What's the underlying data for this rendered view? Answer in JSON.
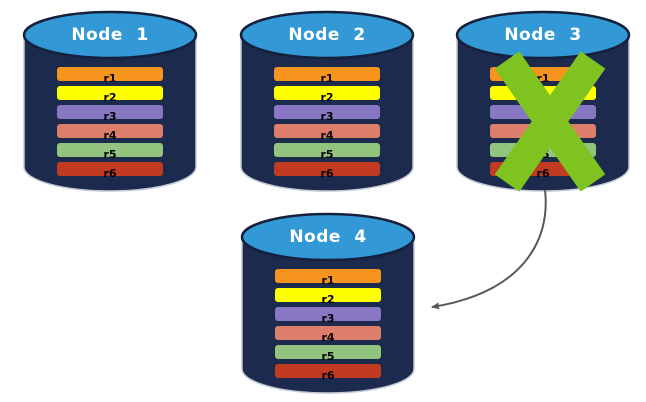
{
  "diagram": {
    "colors": {
      "background": "#FFFFFF",
      "cylinder_body": "#1C2B4D",
      "cylinder_top": "#3399D6",
      "cylinder_top_stroke": "#14213D",
      "cylinder_outline": "#C3CAD4",
      "failure_x": "#7EC320",
      "arrow": "#595959",
      "title_text": "#FFFFFF",
      "row_text": "#000000"
    },
    "nodes": [
      {
        "title": "Node 1",
        "crossed_out": false,
        "rows": [
          {
            "label": "r1",
            "color": "#F7941E"
          },
          {
            "label": "r2",
            "color": "#FFFF00"
          },
          {
            "label": "r3",
            "color": "#8878C3"
          },
          {
            "label": "r4",
            "color": "#DD7E6B"
          },
          {
            "label": "r5",
            "color": "#93C47D"
          },
          {
            "label": "r6",
            "color": "#C13A21"
          }
        ]
      },
      {
        "title": "Node 2",
        "crossed_out": false,
        "rows": [
          {
            "label": "r1",
            "color": "#F7941E"
          },
          {
            "label": "r2",
            "color": "#FFFF00"
          },
          {
            "label": "r3",
            "color": "#8878C3"
          },
          {
            "label": "r4",
            "color": "#DD7E6B"
          },
          {
            "label": "r5",
            "color": "#93C47D"
          },
          {
            "label": "r6",
            "color": "#C13A21"
          }
        ]
      },
      {
        "title": "Node 3",
        "crossed_out": true,
        "rows": [
          {
            "label": "r1",
            "color": "#F7941E"
          },
          {
            "label": "r2",
            "color": "#FFFF00"
          },
          {
            "label": "r3",
            "color": "#8878C3"
          },
          {
            "label": "r4",
            "color": "#DD7E6B"
          },
          {
            "label": "r5",
            "color": "#93C47D"
          },
          {
            "label": "r6",
            "color": "#C13A21"
          }
        ]
      },
      {
        "title": "Node 4",
        "crossed_out": false,
        "rows": [
          {
            "label": "r1",
            "color": "#F7941E"
          },
          {
            "label": "r2",
            "color": "#FFFF00"
          },
          {
            "label": "r3",
            "color": "#8878C3"
          },
          {
            "label": "r4",
            "color": "#DD7E6B"
          },
          {
            "label": "r5",
            "color": "#93C47D"
          },
          {
            "label": "r6",
            "color": "#C13A21"
          }
        ]
      }
    ],
    "arrow": {
      "from": "Node 3",
      "to": "Node 4"
    }
  }
}
